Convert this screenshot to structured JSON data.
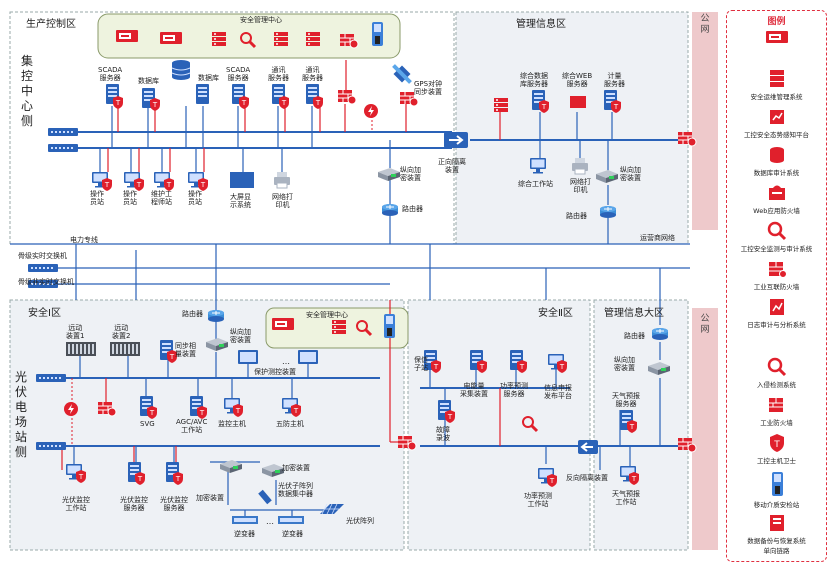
{
  "zones": {
    "production": "生产控制区",
    "mgmt_info": "管理信息区",
    "public_net_1": "公网",
    "public_net_2": "公网",
    "safe1": "安全Ⅰ区",
    "safe2": "安全Ⅱ区",
    "mgmt_info_big": "管理信息大区"
  },
  "side_labels": {
    "center": "集控中心侧",
    "pv_station": "光伏电场站侧"
  },
  "center_top": {
    "safety_center": "安全管理中心",
    "scada1": "SCADA\n服务器",
    "db1": "数据库",
    "db2": "数据库",
    "scada2": "SCADA\n服务器",
    "comm1": "通讯\n服务器",
    "comm2": "通讯\n服务器",
    "gps": "GPS对钟\n同步装置",
    "op1": "操作\n员站",
    "op2": "操作\n员站",
    "eng": "维护工\n程师站",
    "op3": "操作\n员站",
    "screen": "大屏显\n示系统",
    "printer": "网络打\n印机",
    "encrypt": "纵向加\n密装置",
    "router": "路由器",
    "isolate_fwd": "正向隔离\n装置"
  },
  "mgmt_area": {
    "data_srv": "综合数据\n库服务器",
    "web_srv": "综合WEB\n服务器",
    "calc_srv": "计量\n服务器",
    "workstation": "综合工作站",
    "printer": "网络打\n印机",
    "encrypt": "纵向加\n密装置",
    "router": "路由器",
    "ops_net": "运营商网络"
  },
  "wan": {
    "power_line": "电力专线",
    "realtime_sw": "骨级实时交换机",
    "nonrealtime_sw": "骨级非实时交换机"
  },
  "safe1_area": {
    "router": "路由器",
    "encrypt": "纵向加\n密装置",
    "safety_center": "安全管理中心",
    "remote1": "远动\n装置1",
    "remote2": "远动\n装置2",
    "sync": "同步相\n量装置",
    "prot": "保护测控装置",
    "svg": "SVG",
    "agc": "AGC/AVC\n工作站",
    "monitor": "监控主机",
    "anti": "五防主机",
    "pv_mon_ws": "光伏监控\n工作站",
    "pv_mon_srv1": "光伏监控\n服务器",
    "pv_mon_srv2": "光伏监控\n服务器",
    "encrypt_dev": "加密装置",
    "encrypt_dev2": "加密装置",
    "pv_collect": "光伏子阵列\n数据集中器",
    "inverter1": "逆变器",
    "inverter2": "逆变器",
    "pv_array": "光伏阵列"
  },
  "safe2_area": {
    "fault_sub": "保信\n子站",
    "meter": "电能量\n采集装置",
    "power_pred": "功率预测\n服务器",
    "info_report": "信息申报\n发布平台",
    "fault_rec": "故障\n录波",
    "power_ws": "功率预测\n工作站",
    "isolate_rev": "反向隔离装置"
  },
  "mgmt_big_area": {
    "router": "路由器",
    "encrypt": "纵向加\n密装置",
    "weather_srv": "天气预报\n服务器",
    "weather_ws": "天气预报\n工作站"
  },
  "legend": {
    "title": "图例",
    "items": [
      "安全运维管理系统",
      "工控安全态势感知平台",
      "数据库审计系统",
      "Web应用防火墙",
      "工控安全监测与审计系统",
      "工业互联防火墙",
      "日志审计与分析系统",
      "入侵检测系统",
      "工业防火墙",
      "工控主机卫士",
      "移动介质安检站",
      "数据备份与恢复系统",
      "单向链路"
    ]
  },
  "colors": {
    "red": "#e0202c",
    "blue": "#1f55a6",
    "lineBlue": "#2a62b8",
    "pub": "#eec9cb"
  }
}
